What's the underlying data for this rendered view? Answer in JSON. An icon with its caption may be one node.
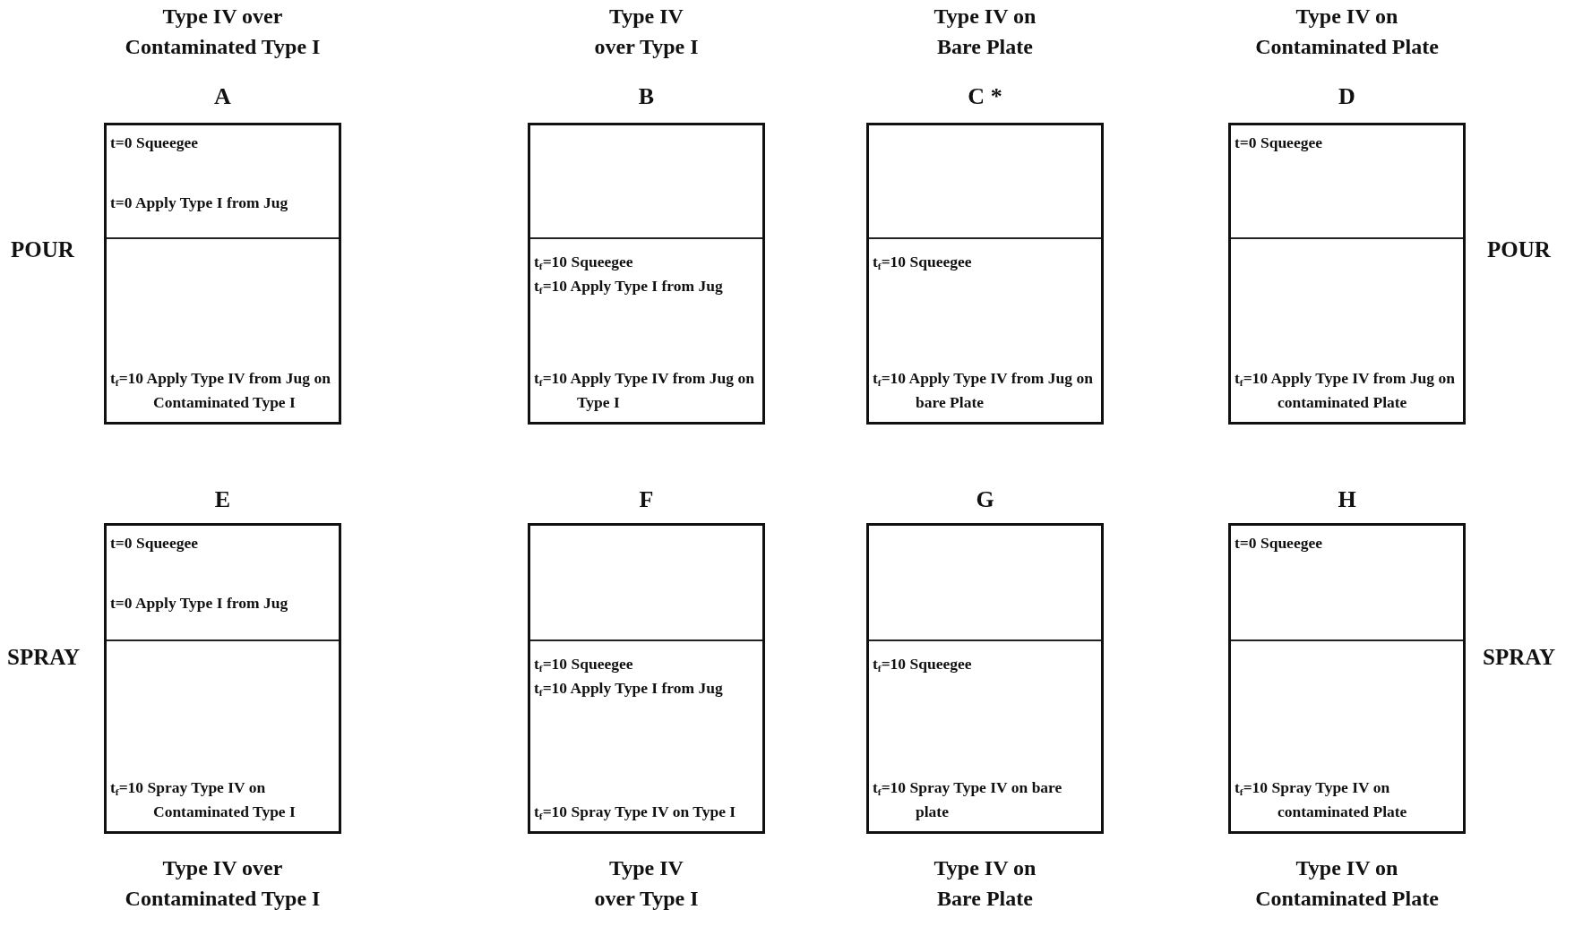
{
  "diagram": {
    "nodes": [
      {
        "text": [
          "Type IV over Contaminated Type I",
          "A"
        ]
      },
      {
        "text": [
          "t=0 Squeegee",
          "t=0 Apply Type I from Jug"
        ],
        "in": 0
      },
      {
        "text": [
          "t$_{f}$=10 Apply Type IV from Jug on Contaminated Type I"
        ],
        "in": 0
      },
      {
        "text": [
          "Type IV over Type I",
          "B"
        ]
      },
      {
        "text": [],
        "shape": "box",
        "in": 3
      },
      {
        "text": [
          "t$_{f}$=10 Squeegee",
          "t$_{f}$=10 Apply Type I from Jug",
          "t$_{f}$=10 Apply Type IV from Jug on Type I"
        ],
        "in": 3
      },
      {
        "text": [
          "Type IV on Bare Plate",
          "C *"
        ]
      },
      {
        "text": [],
        "shape": "box",
        "in": 6
      },
      {
        "text": [
          "t$_{f}$=10 Squeegee",
          "t$_{f}$=10 Apply Type IV from Jug on bare Plate"
        ],
        "in": 6
      },
      {
        "text": [
          "Type IV on Contaminated Plate",
          "D"
        ]
      },
      {
        "text": [
          "t=0 Squeegee"
        ],
        "in": 9
      },
      {
        "text": [
          "t$_{f}$=10 Apply Type IV from Jug on contaminated Plate"
        ],
        "in": 9
      },
      {
        "text": [
          "E",
          "Type IV over Contaminated Type I"
        ]
      },
      {
        "text": [
          "t=0 Squeegee",
          "t=0 Apply Type I from Jug"
        ],
        "in": 12
      },
      {
        "text": [
          "t$_{f}$=10 Spray Type IV on Contaminated Type I"
        ],
        "in": 12
      },
      {
        "text": [
          "F",
          "Type IV over Type I"
        ]
      },
      {
        "text": [],
        "shape": "box",
        "in": 15
      },
      {
        "text": [
          "t$_{f}$=10 Squeegee",
          "t$_{f}$=10 Apply Type I from Jug",
          "t$_{f}$=10 Spray Type IV on Type I"
        ],
        "in": 15
      },
      {
        "text": [
          "G",
          "Type IV on Bare Plate"
        ]
      },
      {
        "text": [],
        "shape": "box",
        "in": 18
      },
      {
        "text": [
          "t$_{f}$=10 Squeegee",
          "t$_{f}$=10 Spray Type IV on bare plate"
        ],
        "in": 18
      },
      {
        "text": [
          "H",
          "Type IV on Contaminated Plate"
        ]
      },
      {
        "text": [
          "t=0 Squeegee"
        ],
        "in": 21
      },
      {
        "text": [
          "t$_{f}$=10 Spray Type IV on contaminated Plate"
        ],
        "in": 21
      }
    ],
    "edges": [],
    "labels": [
      "POUR",
      "POUR",
      "SPRAY",
      "SPRAY"
    ]
  }
}
